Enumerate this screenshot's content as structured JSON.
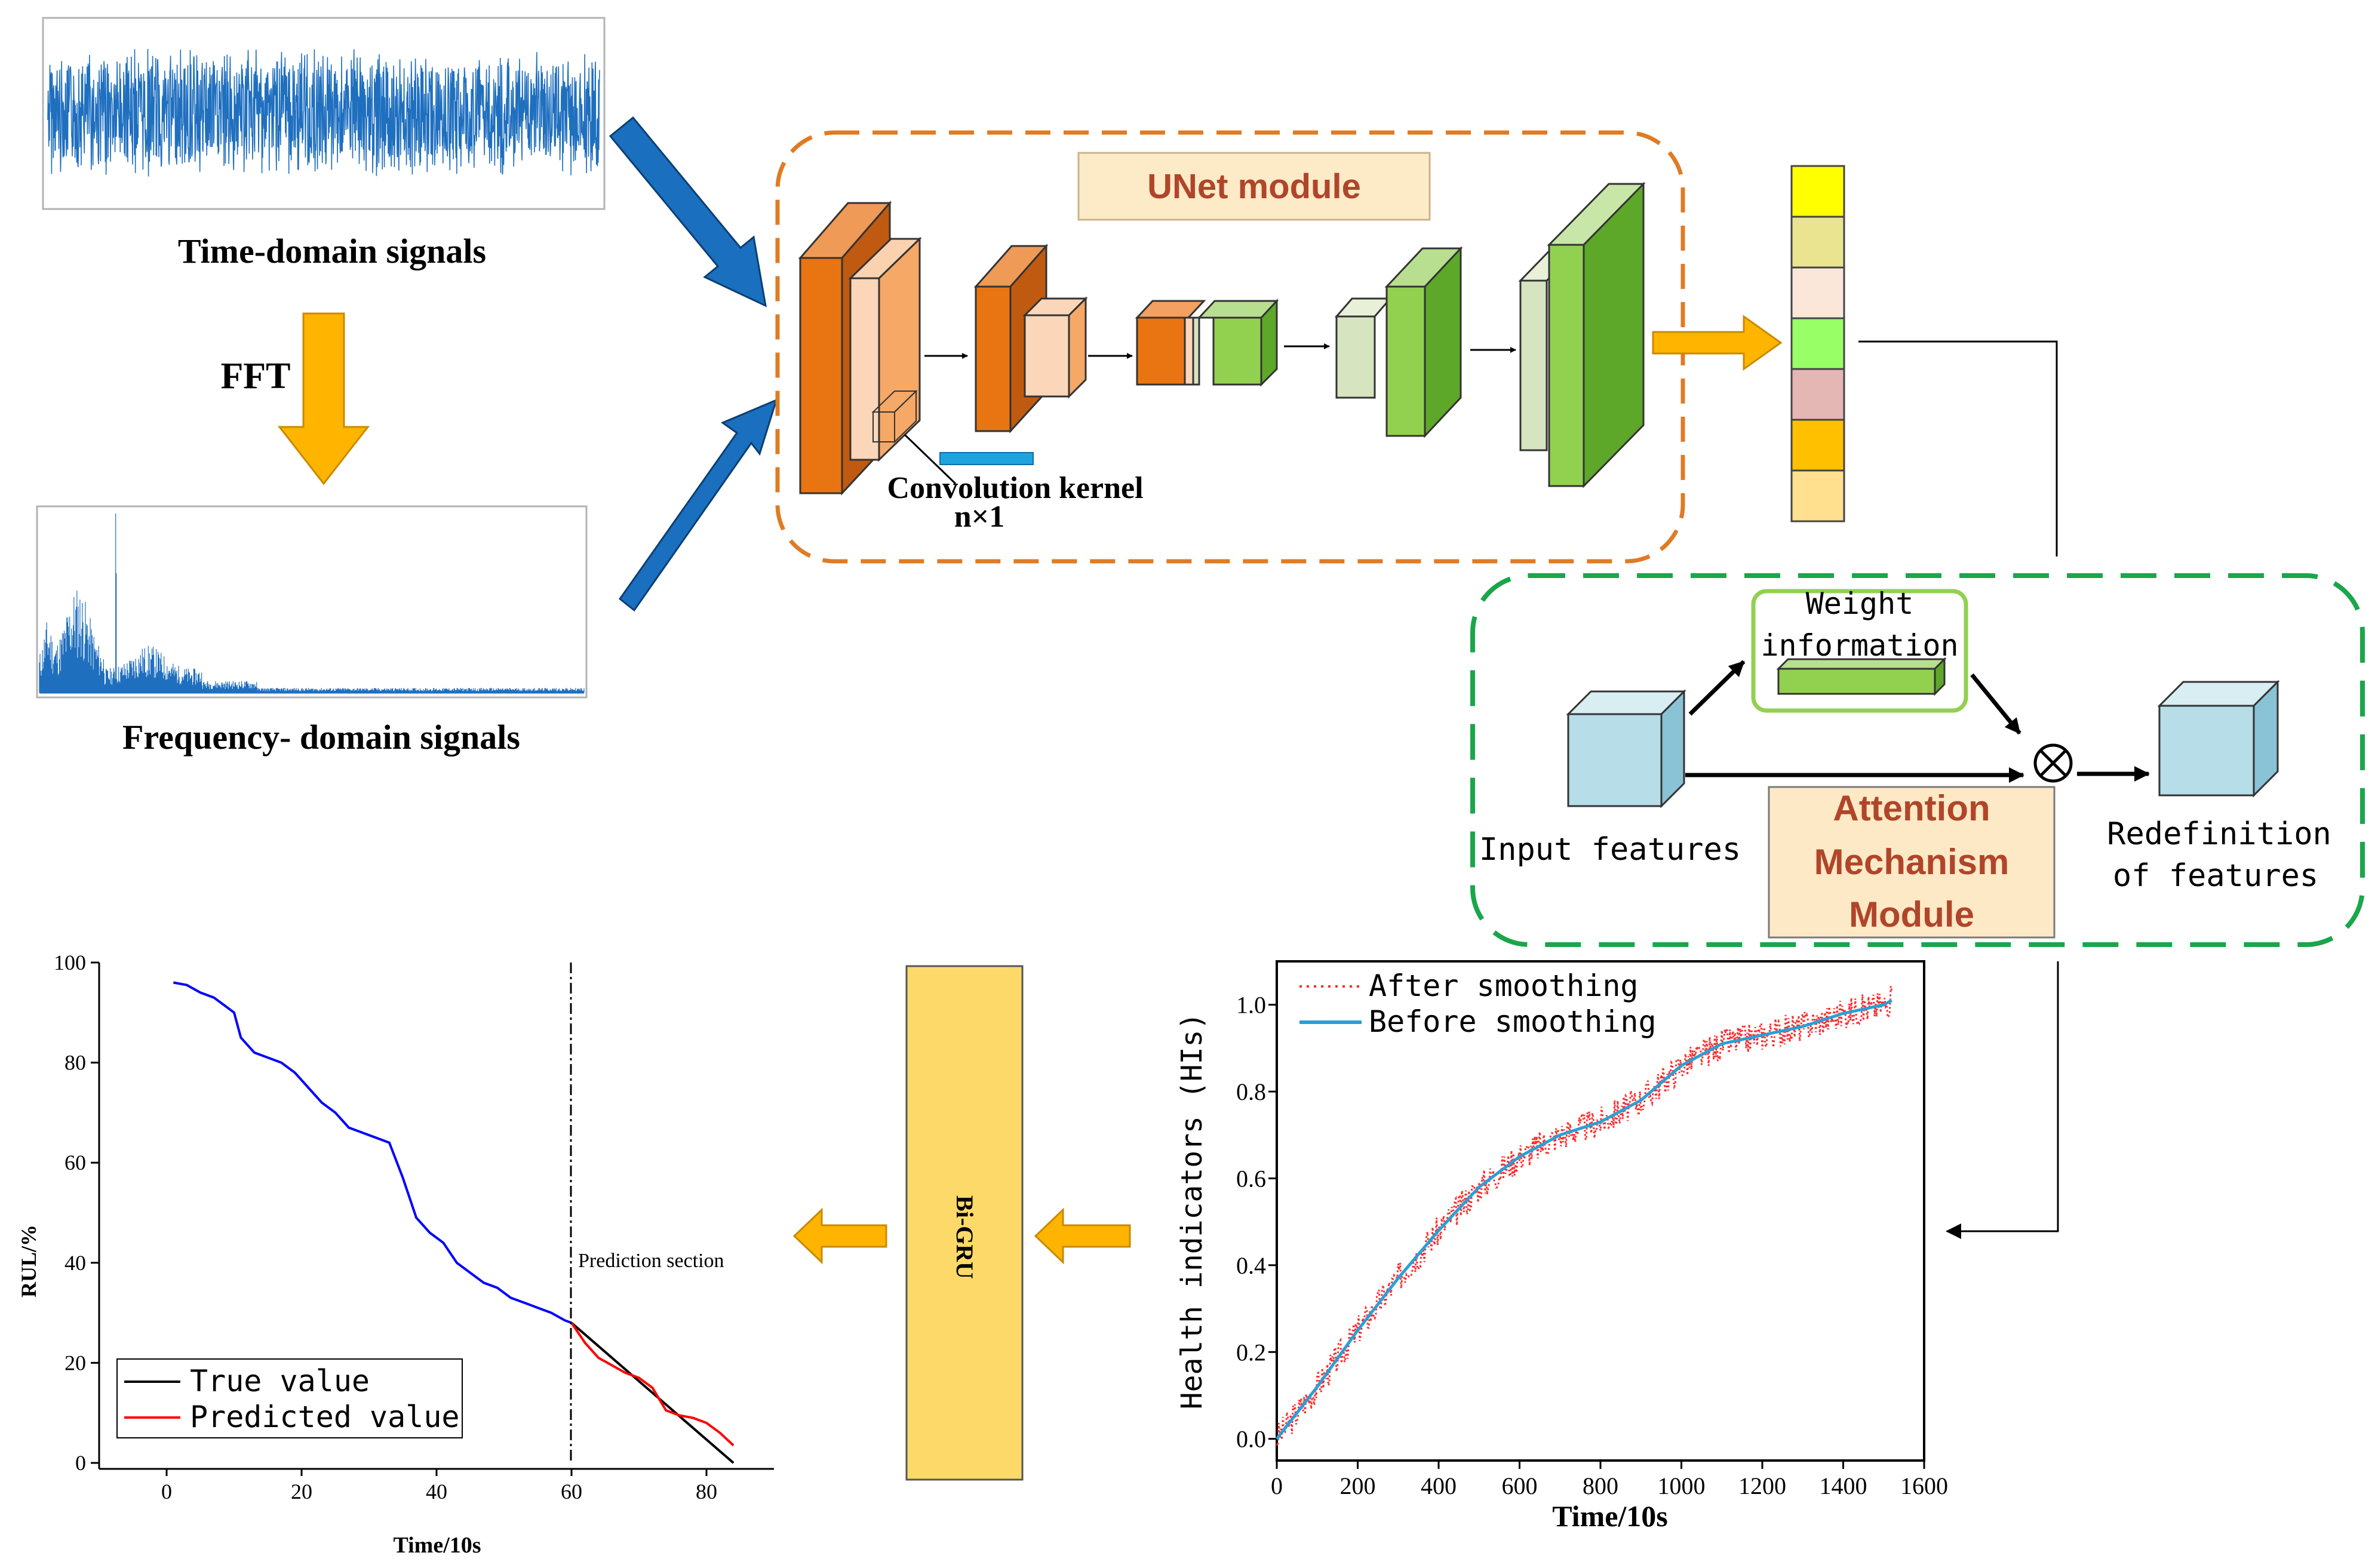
{
  "signals": {
    "time_label": "Time-domain signals",
    "fft_label": "FFT",
    "freq_label": "Frequency- domain signals"
  },
  "unet": {
    "title": "UNet module",
    "kernel_label": "Convolution kernel",
    "kernel_size": "n×1"
  },
  "feature_vector": {
    "colors": [
      "#ffff00",
      "#eae38f",
      "#fbe6da",
      "#99ff66",
      "#e4b6b4",
      "#ffc000",
      "#ffe08f"
    ]
  },
  "attention": {
    "title_line1": "Attention",
    "title_line2": "Mechanism",
    "title_line3": "Module",
    "weight_line1": "Weight",
    "weight_line2": "information",
    "input_label": "Input features",
    "output_line1": "Redefinition",
    "output_line2": "of features",
    "multiply_symbol": "⊗"
  },
  "bigru": {
    "label": "Bi-GRU"
  },
  "hi_chart": {
    "ylabel": "Health indicators (HIs)",
    "xlabel": "Time/10s",
    "x_ticks": [
      "0",
      "200",
      "400",
      "600",
      "800",
      "1000",
      "1200",
      "1400",
      "1600"
    ],
    "y_ticks": [
      "0.0",
      "0.2",
      "0.4",
      "0.6",
      "0.8",
      "1.0"
    ],
    "legend": [
      "After smoothing",
      "Before smoothing"
    ]
  },
  "rul_chart": {
    "ylabel": "RUL/%",
    "xlabel": "Time/10s",
    "x_ticks": [
      "0",
      "20",
      "40",
      "60",
      "80"
    ],
    "y_ticks": [
      "0",
      "20",
      "40",
      "60",
      "80",
      "100"
    ],
    "annotation": "Prediction section",
    "legend": [
      "True value",
      "Predicted value"
    ]
  },
  "chart_data": [
    {
      "type": "line",
      "xlabel": "Time/10s",
      "ylabel": "Health indicators (HIs)",
      "xlim": [
        0,
        1600
      ],
      "ylim": [
        -0.05,
        1.1
      ],
      "series": [
        {
          "name": "Before smoothing",
          "color": "#2a9fd6",
          "style": "solid",
          "x": [
            0,
            100,
            200,
            300,
            400,
            500,
            600,
            700,
            800,
            900,
            1000,
            1100,
            1200,
            1300,
            1400,
            1500,
            1520
          ],
          "y": [
            0.0,
            0.12,
            0.25,
            0.37,
            0.48,
            0.58,
            0.65,
            0.7,
            0.73,
            0.78,
            0.86,
            0.91,
            0.93,
            0.95,
            0.98,
            1.0,
            1.01
          ]
        },
        {
          "name": "After smoothing",
          "color": "#ff2a2a",
          "style": "dotted",
          "x": [
            0,
            100,
            200,
            300,
            400,
            500,
            600,
            700,
            800,
            900,
            1000,
            1100,
            1200,
            1300,
            1400,
            1500,
            1520
          ],
          "y": [
            0.0,
            0.12,
            0.25,
            0.37,
            0.48,
            0.58,
            0.65,
            0.7,
            0.73,
            0.78,
            0.86,
            0.91,
            0.93,
            0.95,
            0.98,
            1.0,
            1.01
          ]
        }
      ]
    },
    {
      "type": "line",
      "xlabel": "Time/10s",
      "ylabel": "RUL/%",
      "xlim": [
        -10,
        90
      ],
      "ylim": [
        0,
        100
      ],
      "series": [
        {
          "name": "",
          "color": "#0000ff",
          "x": [
            1,
            3,
            5,
            7,
            9,
            10,
            11,
            13,
            15,
            17,
            19,
            21,
            23,
            25,
            27,
            29,
            31,
            33,
            35,
            37,
            39,
            41,
            43,
            45,
            47,
            49,
            51,
            53,
            55,
            57,
            59,
            60
          ],
          "y": [
            96,
            95.5,
            94,
            93,
            91,
            90,
            85,
            82,
            81,
            80,
            78,
            75,
            72,
            70,
            67,
            66,
            65,
            64,
            57,
            49,
            46,
            44,
            40,
            38,
            36,
            35,
            33,
            32,
            31,
            30,
            28.5,
            28
          ]
        },
        {
          "name": "True value",
          "color": "#000000",
          "x": [
            60,
            84
          ],
          "y": [
            28,
            0
          ]
        },
        {
          "name": "Predicted value",
          "color": "#ff0000",
          "x": [
            60,
            62,
            64,
            66,
            68,
            70,
            72,
            74,
            76,
            78,
            80,
            82,
            84
          ],
          "y": [
            28,
            24,
            21,
            19.5,
            18,
            17,
            15,
            10.5,
            9.5,
            9,
            8,
            6,
            3.5
          ]
        }
      ],
      "annotations": [
        {
          "text": "Prediction section",
          "x": 60
        }
      ]
    }
  ]
}
